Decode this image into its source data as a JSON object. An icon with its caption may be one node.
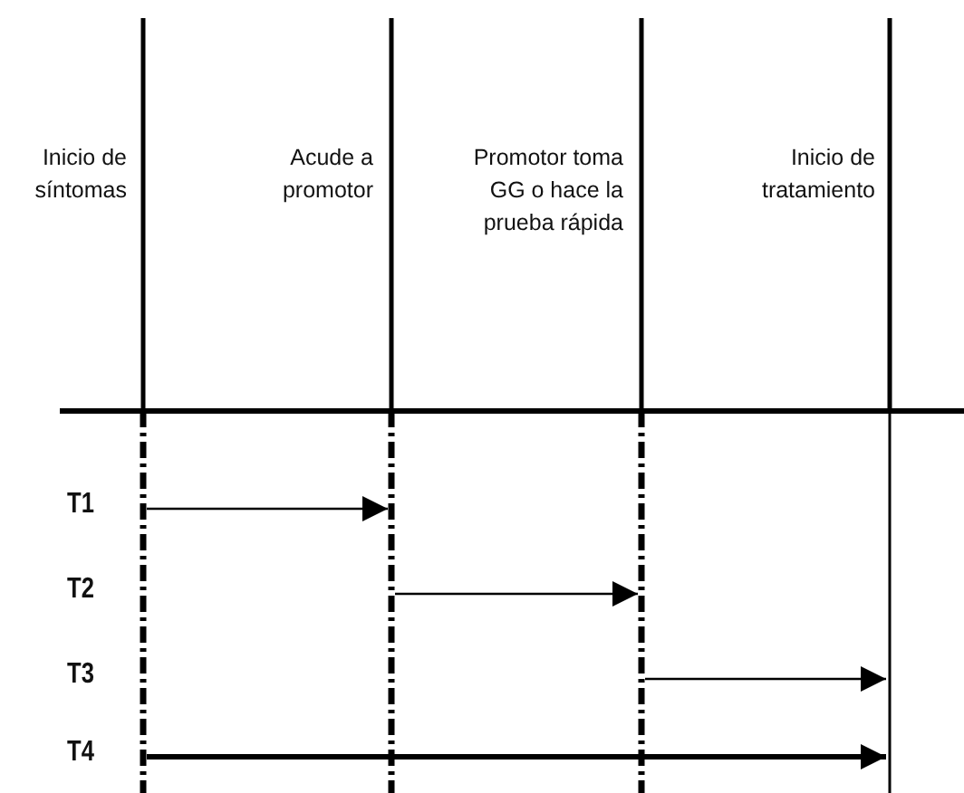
{
  "diagram": {
    "nodes": [
      {
        "text": [],
        "shape": "bar",
        "beside": [
          "Inicio de síntomas"
        ]
      },
      {
        "text": [],
        "shape": "bar",
        "beside": [
          "Acude a promotor"
        ]
      },
      {
        "text": [],
        "shape": "bar",
        "beside": [
          "Promotor toma GG o hace la prueba rápida"
        ]
      },
      {
        "text": [],
        "shape": "bar",
        "beside": [
          "Inicio de tratamiento"
        ]
      }
    ],
    "edges": [
      {
        "from": 0,
        "to": 1,
        "arrow": "to"
      },
      {
        "from": 1,
        "to": 2,
        "arrow": "to"
      },
      {
        "from": 2,
        "to": 3,
        "arrow": "to"
      },
      {
        "from": 0,
        "to": 3,
        "arrow": "to",
        "style": "thick"
      }
    ],
    "labels": [
      "T1",
      "T2",
      "T3",
      "T4"
    ]
  }
}
